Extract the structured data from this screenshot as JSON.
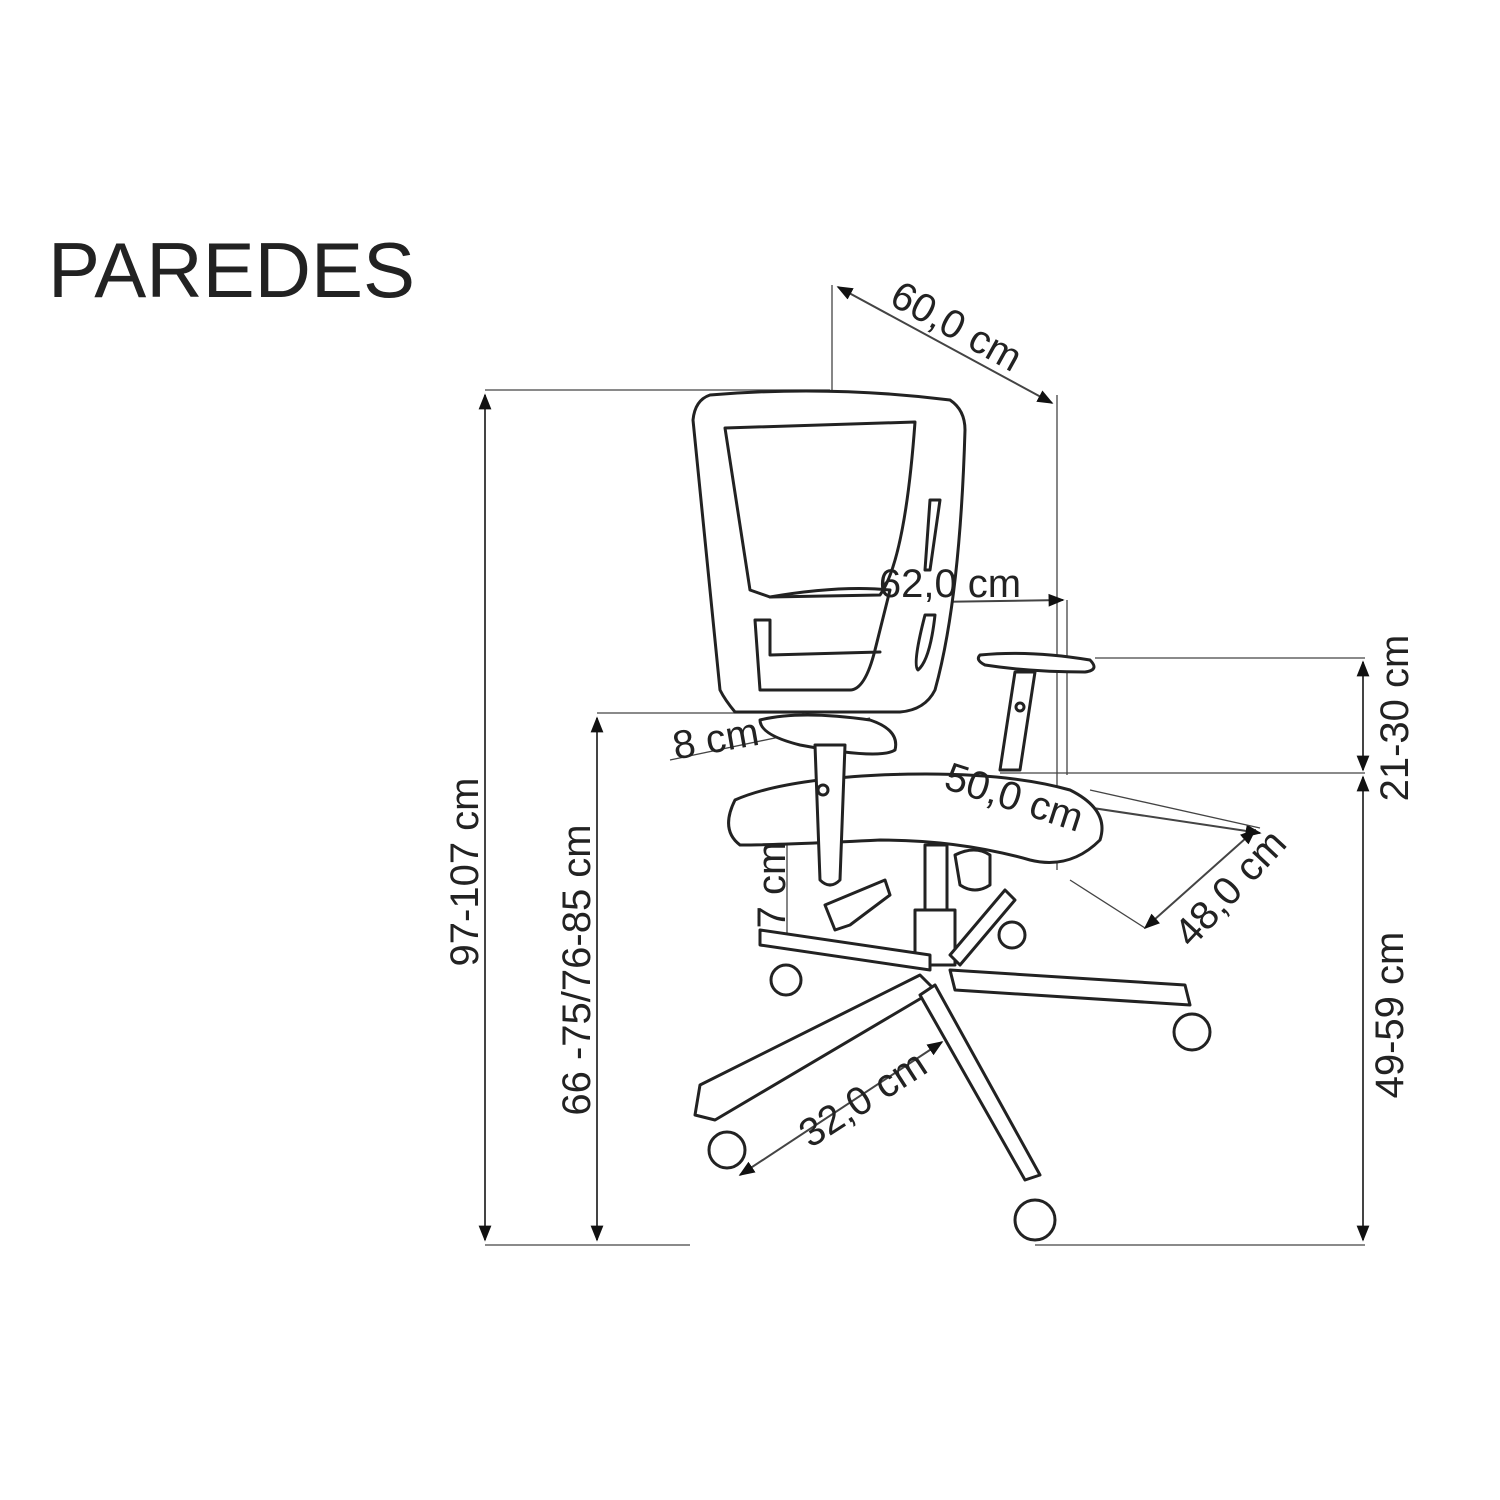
{
  "title": "PAREDES",
  "dimensions": {
    "total_height": "97-107 cm",
    "armrest_height": "66 -75/76-85 cm",
    "backrest_depth": "60,0 cm",
    "total_width": "62,0 cm",
    "armrest_adjust": "8 cm",
    "seat_width": "50,0 cm",
    "seat_depth": "48,0 cm",
    "seat_slide": "7 cm",
    "base_radius": "32,0 cm",
    "arm_to_seat": "21-30 cm",
    "seat_height": "49-59 cm"
  },
  "colors": {
    "line": "#222222",
    "background": "#ffffff"
  }
}
